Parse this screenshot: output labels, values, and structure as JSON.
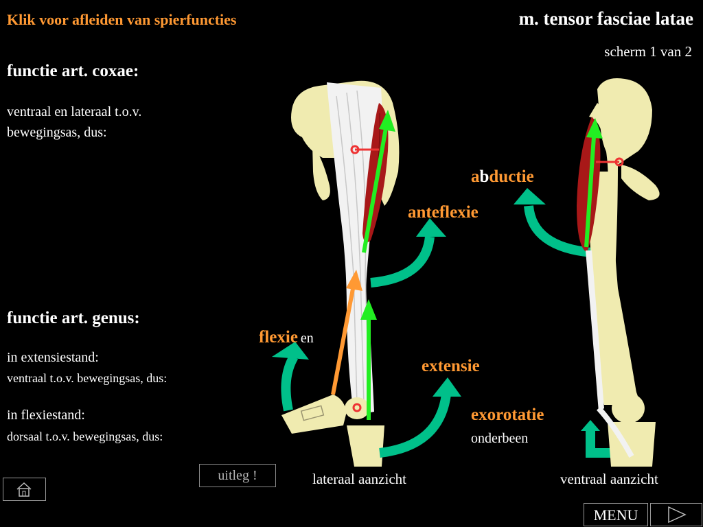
{
  "header": {
    "link_text": "Klik voor afleiden van spierfuncties",
    "muscle_title": "m. tensor fasciae latae",
    "screen_count": "scherm 1 van 2"
  },
  "coxae": {
    "heading": "functie art. coxae:",
    "line1": "ventraal en lateraal t.o.v.",
    "line2": "bewegingsas, dus:"
  },
  "genus": {
    "heading": "functie art. genus:",
    "ext_title": "in extensiestand:",
    "ext_desc": "ventraal t.o.v. bewegingsas, dus:",
    "flex_title": "in flexiestand:",
    "flex_desc": "dorsaal t.o.v. bewegingsas, dus:"
  },
  "actions": {
    "abductie_a": "a",
    "abductie_b": "b",
    "abductie_rest": "ductie",
    "anteflexie": "anteflexie",
    "flexie": "flexie",
    "en": "en",
    "extensie": "extensie",
    "exorotatie": "exorotatie",
    "onderbeen": "onderbeen"
  },
  "views": {
    "lateral": "lateraal aanzicht",
    "ventral": "ventraal aanzicht"
  },
  "buttons": {
    "uitleg": "uitleg !",
    "menu": "MENU"
  },
  "icons": {
    "home": "home-icon",
    "next": "play-triangle-icon"
  },
  "colors": {
    "accent_orange": "#ff9933",
    "arrow_teal": "#00c08a",
    "line_green": "#22ee22",
    "muscle_red": "#a81818",
    "bone": "#f0ebb0"
  }
}
